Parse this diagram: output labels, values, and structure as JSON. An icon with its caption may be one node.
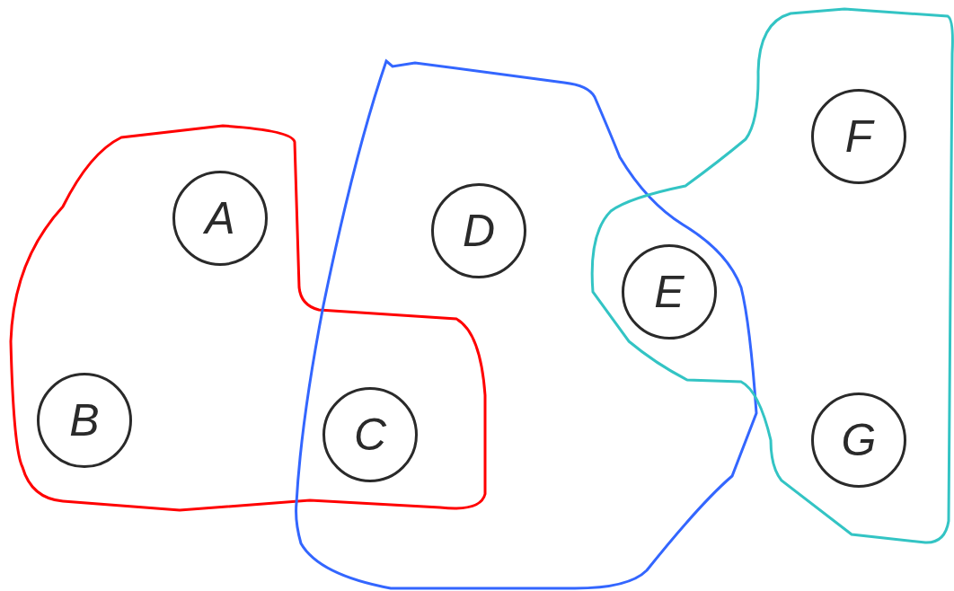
{
  "diagram": {
    "nodes": [
      {
        "text": [
          "A"
        ]
      },
      {
        "text": [
          "B"
        ]
      },
      {
        "text": [
          "C"
        ]
      },
      {
        "text": [
          "D"
        ]
      },
      {
        "text": [
          "E"
        ]
      },
      {
        "text": [
          "F"
        ]
      },
      {
        "text": [
          "G"
        ]
      }
    ]
  }
}
